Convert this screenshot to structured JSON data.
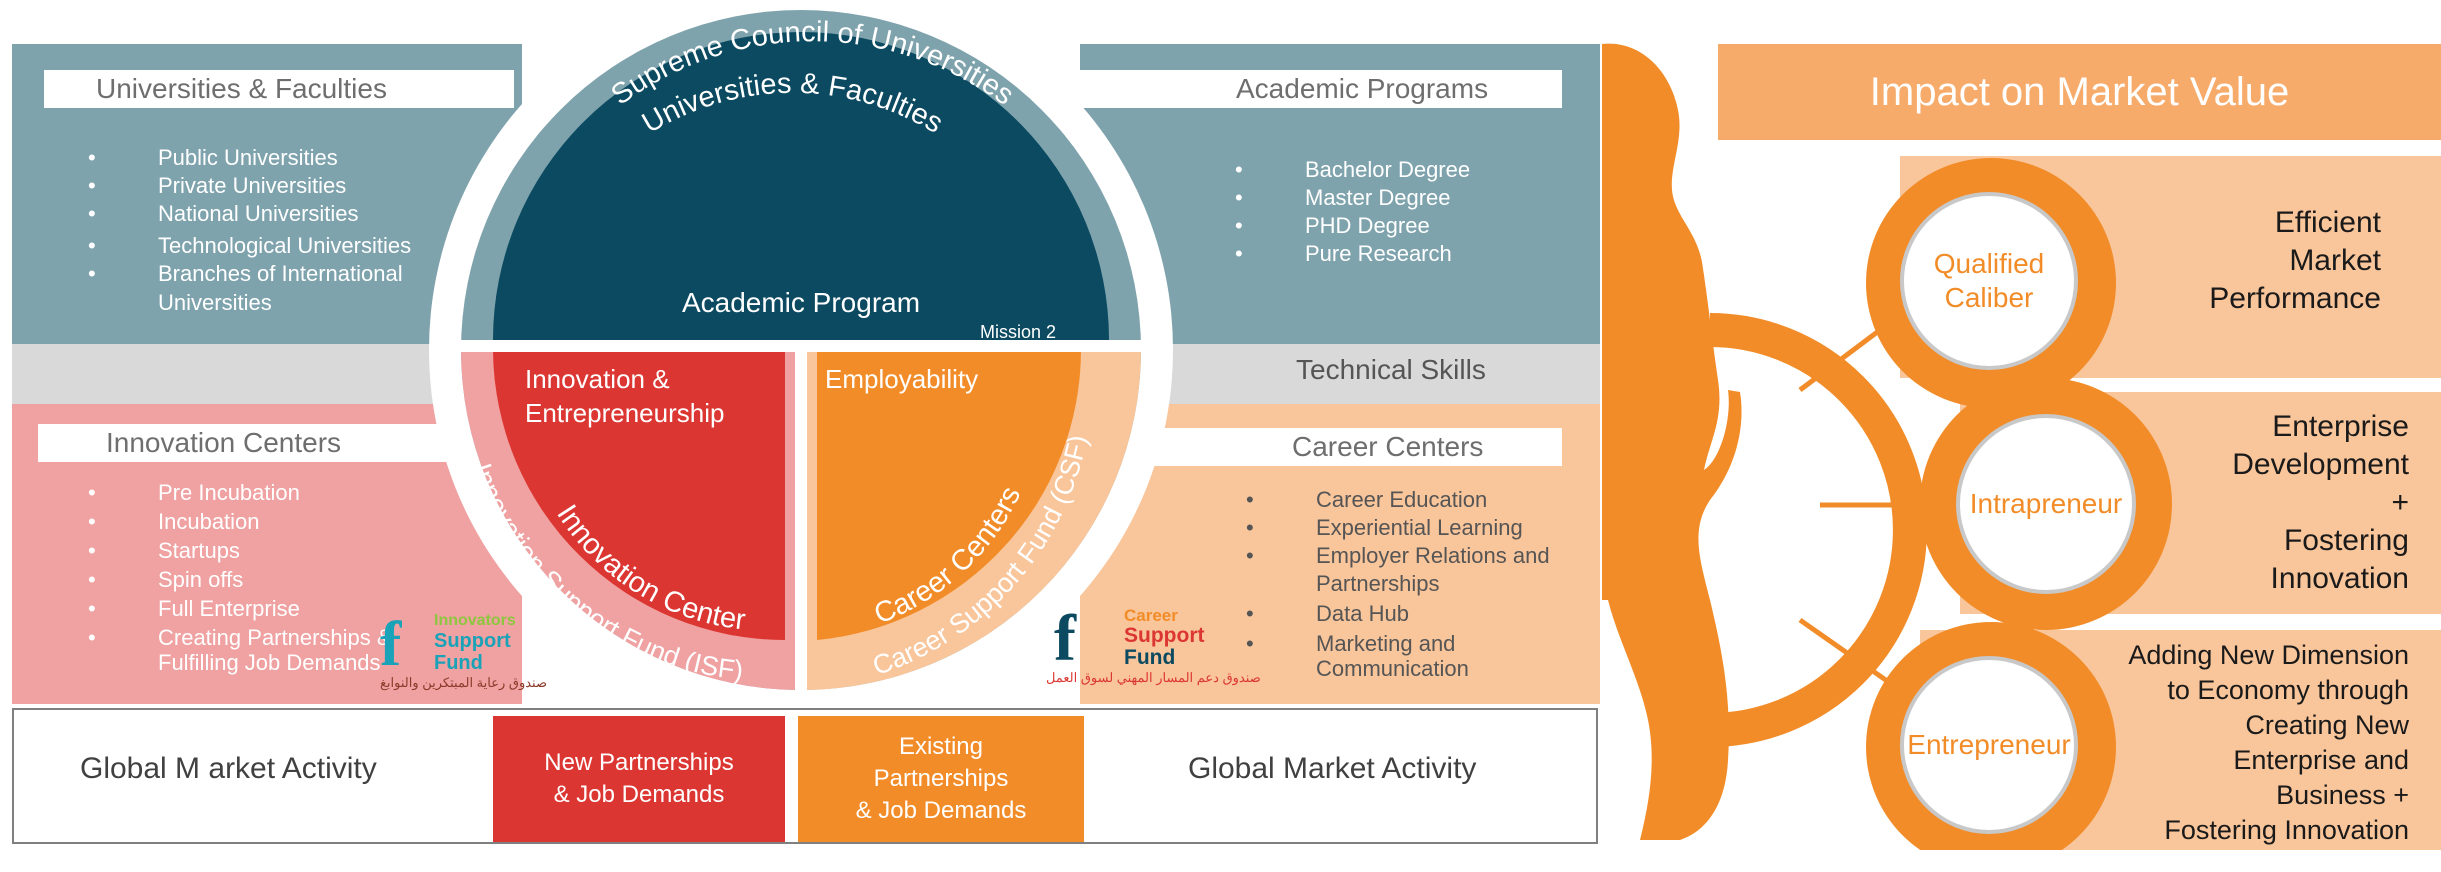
{
  "colors": {
    "teal": "#7fa3ad",
    "dark_teal": "#0b4a60",
    "pink": "#f0a1a1",
    "red": "#dc3632",
    "orange": "#f28c28",
    "peach": "#f9c59a",
    "gray_band": "#d9d9d9"
  },
  "council": {
    "outer_arc": "Supreme Council of Universities",
    "inner_arc": "Universities & Faculties",
    "top_label": "Academic Program",
    "mission": "Mission 2"
  },
  "universities": {
    "title": "Universities & Faculties",
    "items": [
      "Public Universities",
      "Private Universities",
      "National Universities",
      "Technological Universities",
      "Branches of International",
      "Universities"
    ]
  },
  "academic": {
    "title": "Academic Programs",
    "items": [
      "Bachelor Degree",
      "Master Degree",
      "PHD Degree",
      "Pure Research"
    ]
  },
  "technical_skills": "Technical Skills",
  "innovation": {
    "title": "Innovation Centers",
    "items": [
      "Pre Incubation",
      "Incubation",
      "Startups",
      "Spin offs",
      "Full Enterprise",
      "Creating Partnerships &",
      "Fulfilling Job Demands"
    ],
    "quadrant_line1": "Innovation &",
    "quadrant_line2": "Entrepreneurship",
    "inner_arc": "Innovation Centers",
    "outer_arc": "Innovation Support Fund (ISF)"
  },
  "career": {
    "title": "Career Centers",
    "items": [
      "Career Education",
      "Experiential Learning",
      "Employer Relations and",
      "Partnerships",
      "Data Hub",
      "Marketing and",
      "Communication"
    ],
    "quadrant_label": "Employability",
    "inner_arc": "Career Centers",
    "outer_arc": "Career Support Fund (CSF)"
  },
  "isf_logo": {
    "line1": "Innovators",
    "line2": "Support",
    "line3": "Fund",
    "arabic": "صندوق رعاية المبتكرين والنوابغ"
  },
  "csf_logo": {
    "line1": "Career",
    "line2": "Support",
    "line3": "Fund",
    "arabic": "صندوق دعم المسار المهني لسوق العمل"
  },
  "bottom": {
    "left": "Global M arket Activity",
    "right": "Global Market Activity",
    "new_line1": "New Partnerships",
    "new_line2": "& Job Demands",
    "existing_line1": "Existing",
    "existing_line2": "Partnerships",
    "existing_line3": "& Job Demands"
  },
  "impact": {
    "title": "Impact on Market Value",
    "rows": [
      {
        "circle_line1": "Qualified",
        "circle_line2": "Caliber",
        "lines": [
          "Efficient",
          "Market",
          "Performance"
        ]
      },
      {
        "circle_line1": "Intrapreneur",
        "circle_line2": "",
        "lines": [
          "Enterprise",
          "Development",
          "+",
          "Fostering",
          "Innovation"
        ]
      },
      {
        "circle_line1": "Entrepreneur",
        "circle_line2": "",
        "lines": [
          "Adding New Dimension",
          "to Economy through",
          "Creating New",
          "Enterprise and",
          "Business +",
          "Fostering Innovation"
        ]
      }
    ]
  }
}
